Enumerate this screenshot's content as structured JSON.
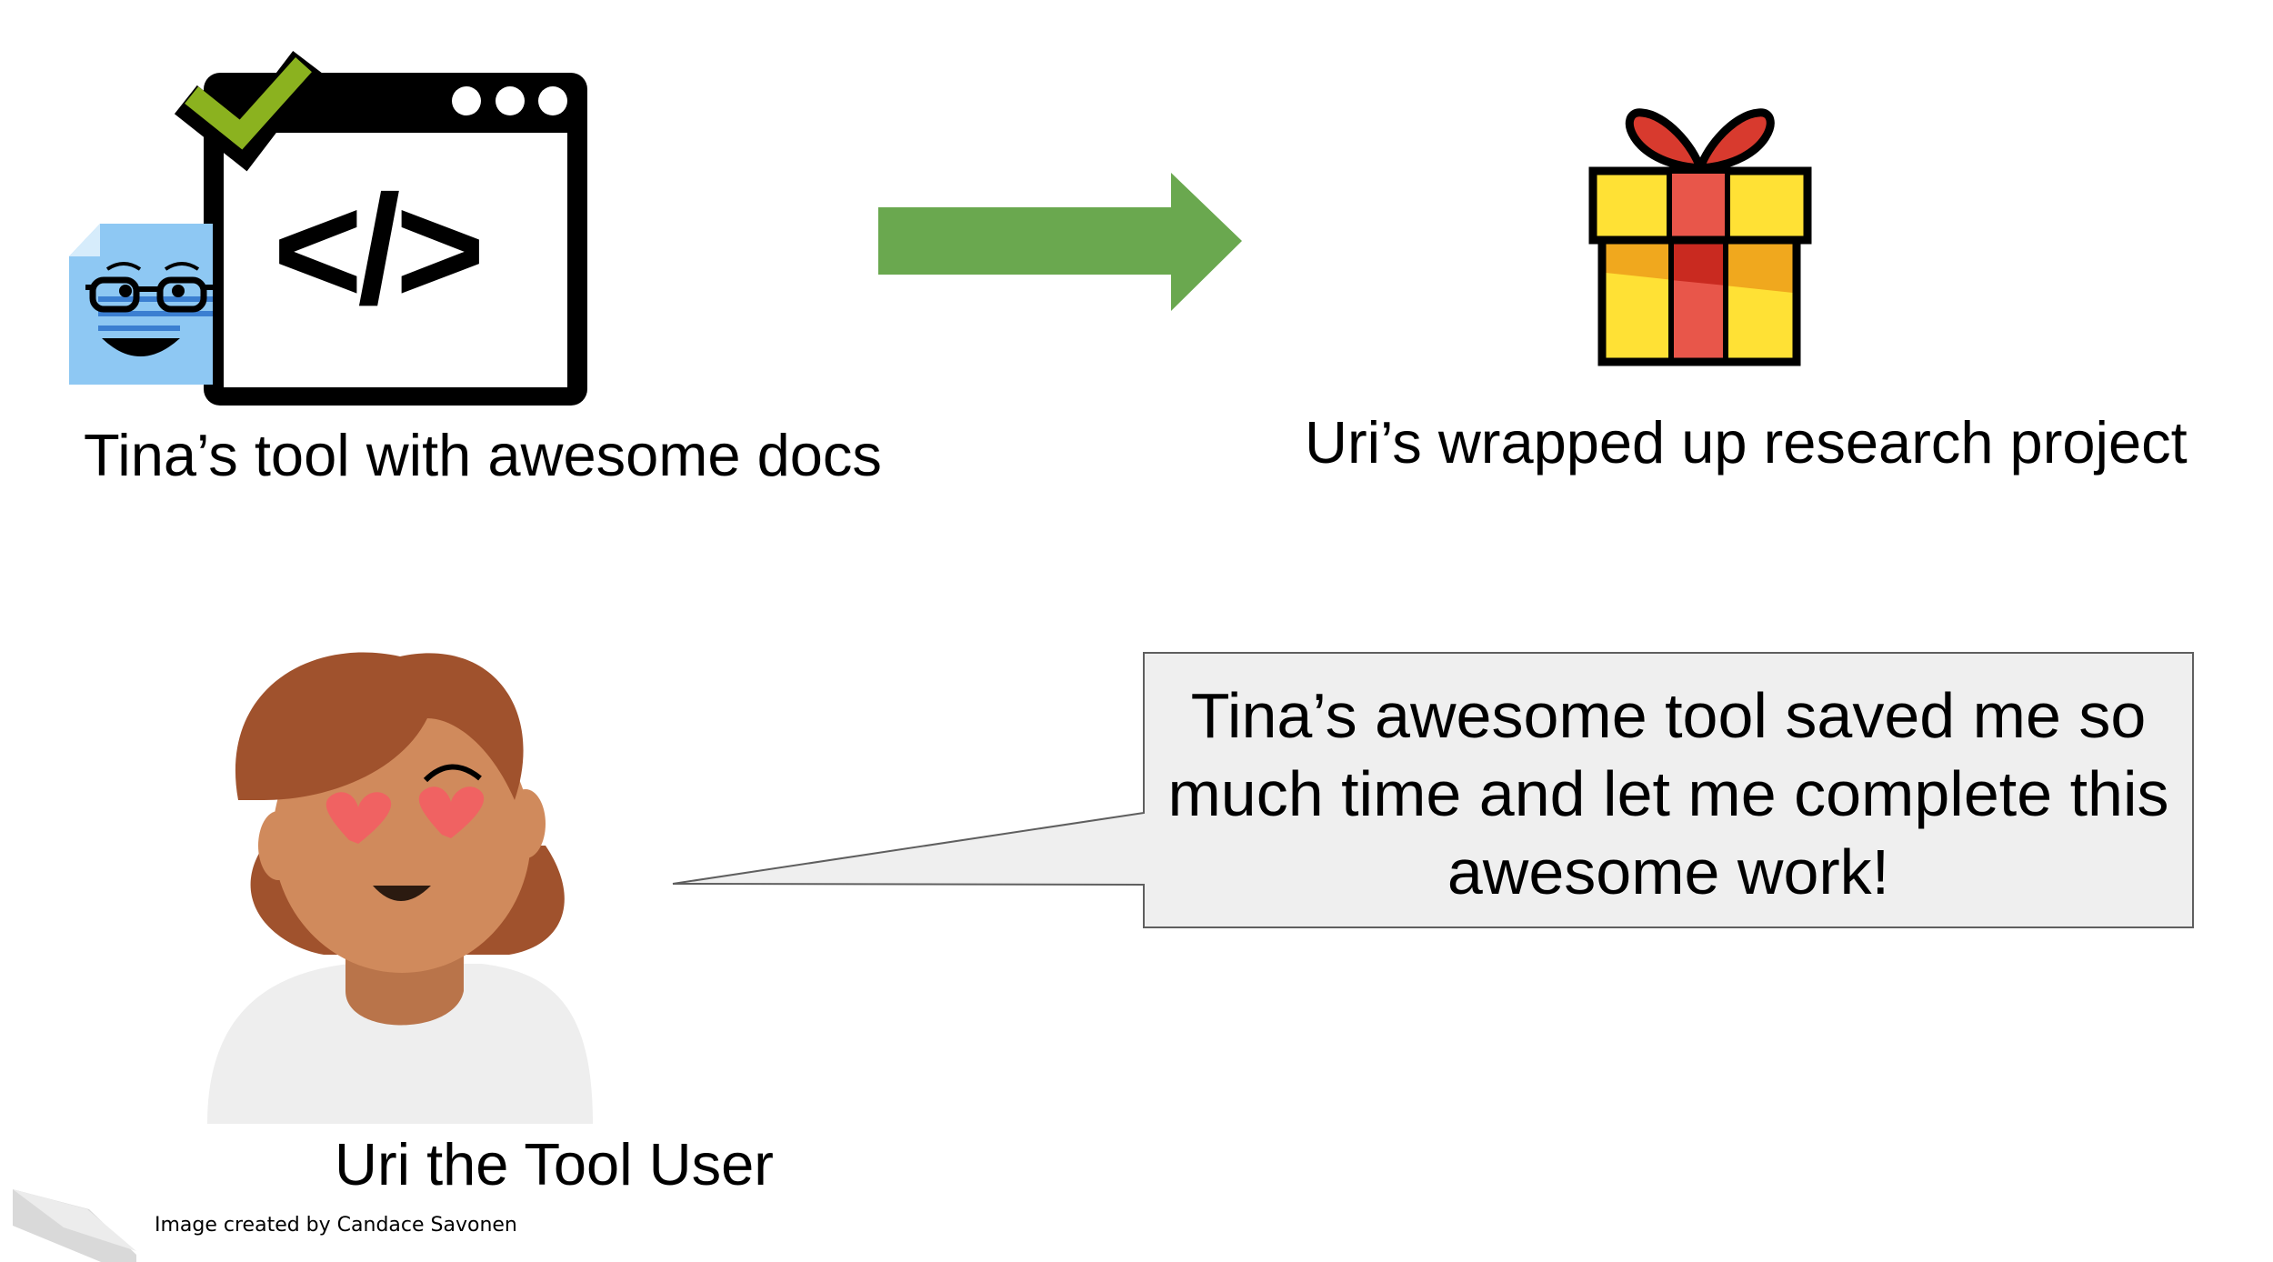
{
  "tool": {
    "caption": "Tina’s tool with awesome docs",
    "code_glyph": "</>"
  },
  "project": {
    "caption": "Uri’s wrapped up research project"
  },
  "user": {
    "caption": "Uri the Tool User"
  },
  "speech": {
    "text": "Tina’s awesome tool saved me so much time and let me complete this awesome work!"
  },
  "credit": {
    "text": "Image created by Candace Savonen"
  },
  "colors": {
    "arrow": "#6aa84f",
    "check": "#8bb21f",
    "doc_blue": "#8ec8f3",
    "gift_yellow": "#ffe135",
    "gift_red": "#d83a2e",
    "hair": "#a0522d",
    "skin": "#d08a5c",
    "bubble_fill": "#efefef"
  },
  "icons": {
    "browser": "code-window-icon",
    "checkmark": "checkmark-icon",
    "document": "document-character-icon",
    "arrow": "right-arrow-icon",
    "gift": "gift-icon",
    "person": "person-heart-eyes-icon",
    "corner_logo": "corner-logo-icon"
  }
}
